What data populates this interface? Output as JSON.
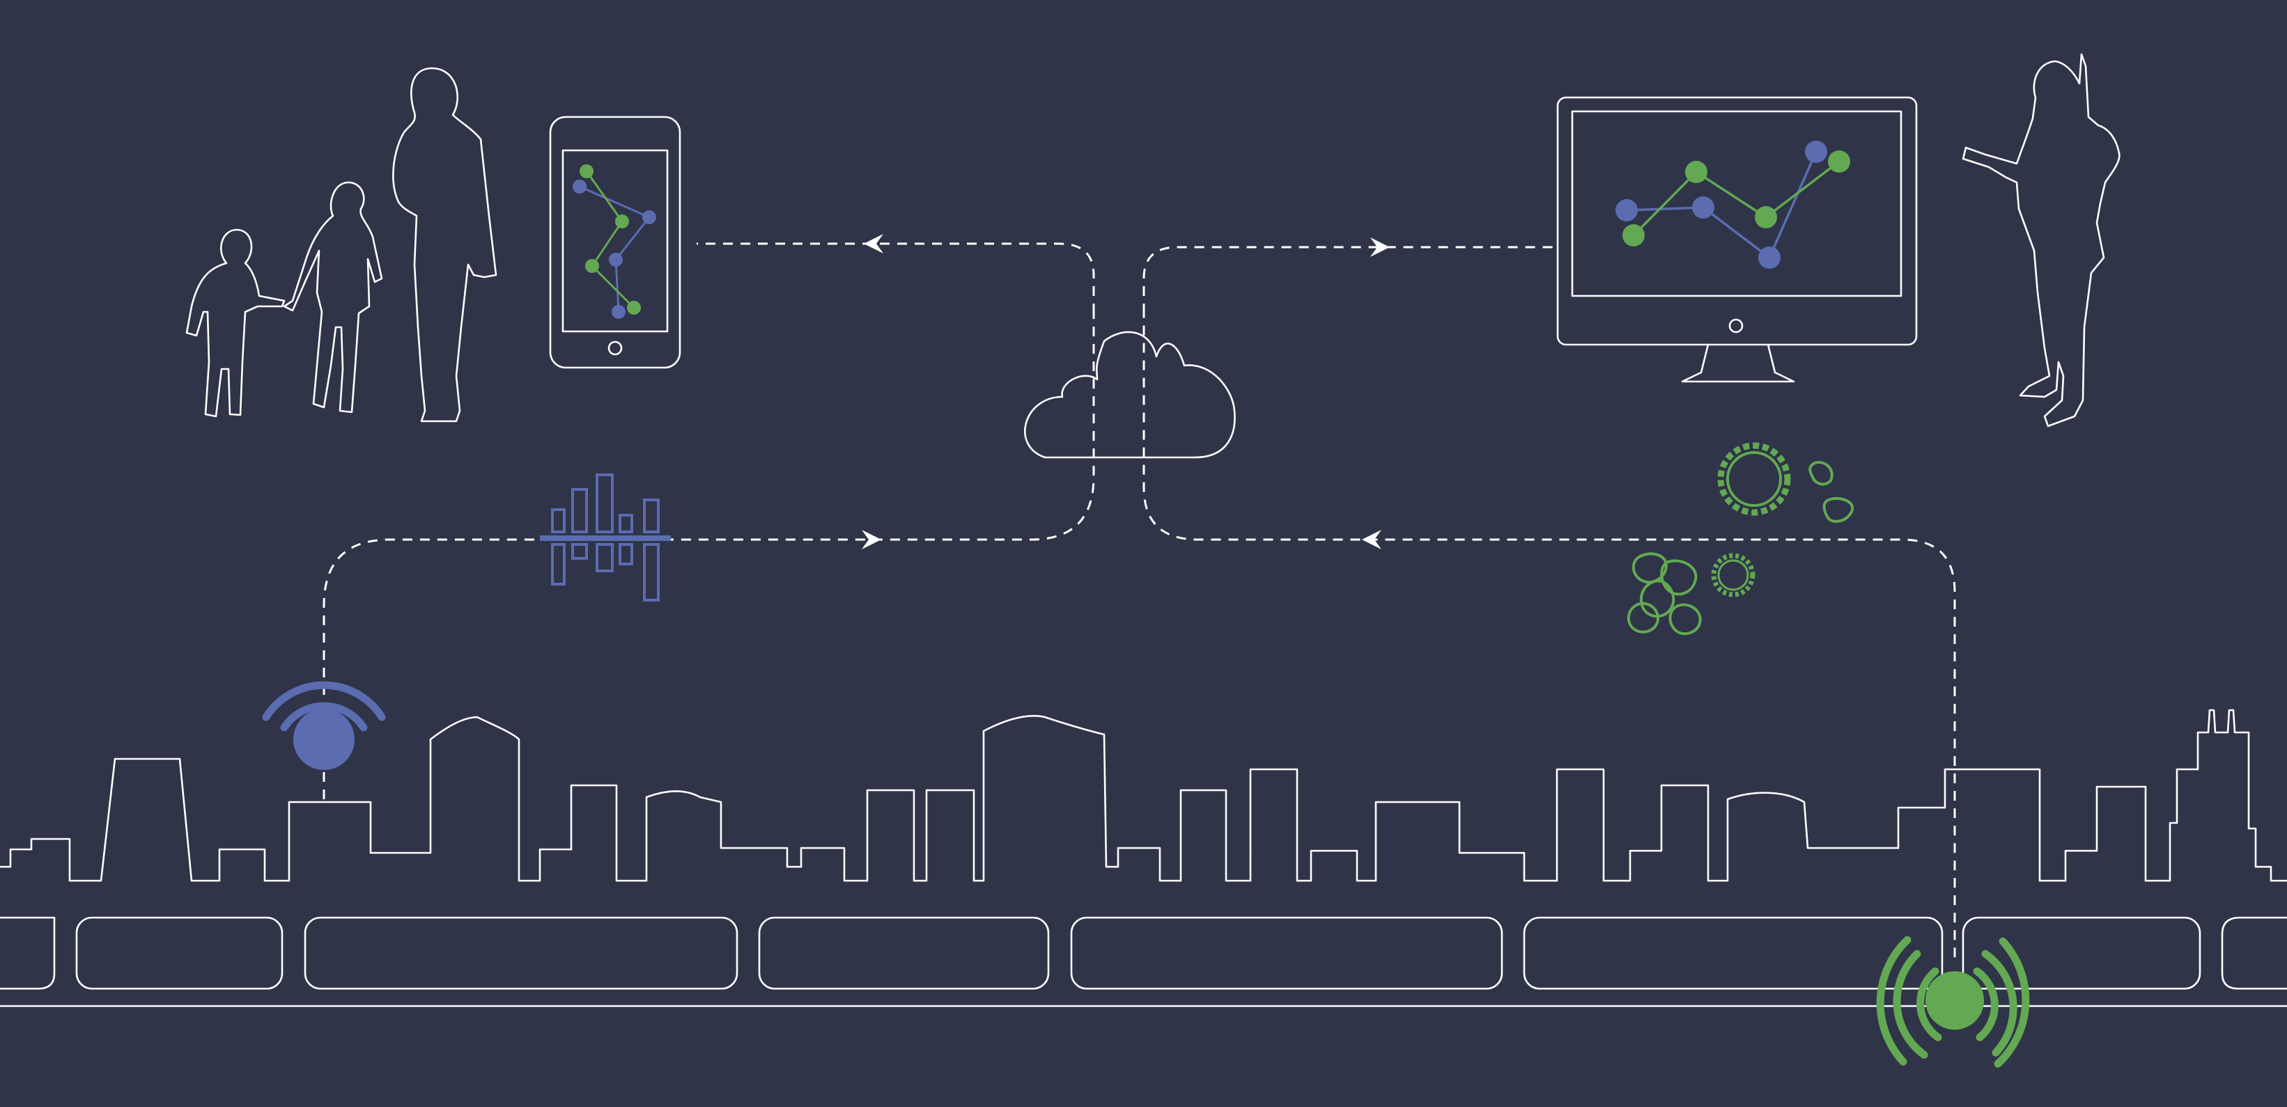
{
  "diagram": {
    "background": "#2f3449",
    "line_color": "#ffffff",
    "blue_accent": "#5b6cb0",
    "green_accent": "#63a852",
    "nodes": [
      {
        "id": "family",
        "icon": "family-silhouette-icon"
      },
      {
        "id": "phone",
        "icon": "smartphone-chart-icon"
      },
      {
        "id": "cloud",
        "icon": "cloud-icon"
      },
      {
        "id": "monitor",
        "icon": "desktop-monitor-chart-icon"
      },
      {
        "id": "scientist",
        "icon": "scientist-silhouette-icon"
      },
      {
        "id": "blue-sensor",
        "icon": "wifi-sensor-icon"
      },
      {
        "id": "green-sensor",
        "icon": "underground-sensor-icon"
      },
      {
        "id": "audio-spectrum",
        "icon": "spectrum-bars-icon"
      },
      {
        "id": "microbes",
        "icon": "microbes-icon"
      },
      {
        "id": "skyline",
        "icon": "city-skyline-icon"
      }
    ],
    "edges": [
      {
        "from": "blue-sensor",
        "to": "cloud",
        "style": "dashed"
      },
      {
        "from": "cloud",
        "to": "phone",
        "style": "dashed"
      },
      {
        "from": "cloud",
        "to": "monitor",
        "style": "dashed"
      },
      {
        "from": "green-sensor",
        "to": "cloud",
        "style": "dashed"
      }
    ]
  }
}
